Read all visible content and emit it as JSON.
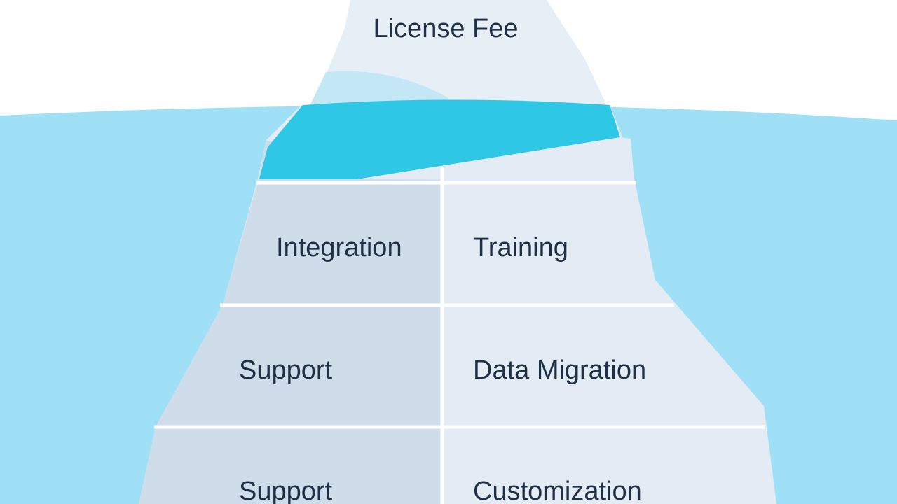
{
  "diagram": {
    "top_label": "License Fee",
    "band_label": "",
    "cells": [
      {
        "id": "integration",
        "label": "Integration"
      },
      {
        "id": "training",
        "label": "Training"
      },
      {
        "id": "support-1",
        "label": "Support"
      },
      {
        "id": "data-migration",
        "label": "Data Migration"
      },
      {
        "id": "support-2",
        "label": "Support"
      },
      {
        "id": "customization",
        "label": "Customization"
      }
    ],
    "colors": {
      "sky": "#ffffff",
      "water": "#9fe0f6",
      "iceberg_top": "#e6eef6",
      "iceberg_top_shadow": "#bfe6f5",
      "band": "#2ec8e6",
      "cell_left": "#cfdce9",
      "cell_right": "#e3ebf4",
      "divider": "#ffffff",
      "text": "#1f2f45"
    }
  }
}
